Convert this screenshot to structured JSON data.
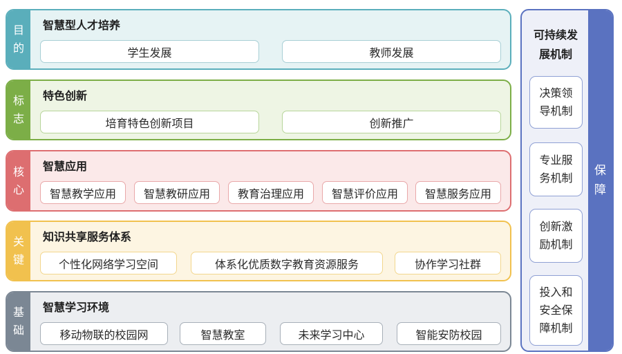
{
  "layers": [
    {
      "side": [
        "目",
        "的"
      ],
      "title": "智慧型人才培养",
      "items": [
        "学生发展",
        "教师发展"
      ],
      "colors": {
        "bg": "#e6f3f4",
        "side": "#5aaebb",
        "border": "#5aaebb",
        "box": "#a8cfd5"
      }
    },
    {
      "side": [
        "标",
        "志"
      ],
      "title": "特色创新",
      "items": [
        "培育特色创新项目",
        "创新推广"
      ],
      "colors": {
        "bg": "#eef5e4",
        "side": "#7cae47",
        "border": "#7cae47",
        "box": "#b7d59a"
      }
    },
    {
      "side": [
        "核",
        "心"
      ],
      "title": "智慧应用",
      "items": [
        "智慧教学应用",
        "智慧教研应用",
        "教育治理应用",
        "智慧评价应用",
        "智慧服务应用"
      ],
      "colors": {
        "bg": "#fbe9e9",
        "side": "#dd6e70",
        "border": "#dd6e70",
        "box": "#e9a8a9"
      }
    },
    {
      "side": [
        "关",
        "键"
      ],
      "title": "知识共享服务体系",
      "items": [
        "个性化网络学习空间",
        "体系化优质数字教育资源服务",
        "协作学习社群"
      ],
      "colors": {
        "bg": "#fdf5e2",
        "side": "#f1c14e",
        "border": "#f1c14e",
        "box": "#f2d68d"
      }
    },
    {
      "side": [
        "基",
        "础"
      ],
      "title": "智慧学习环境",
      "items": [
        "移动物联的校园网",
        "智慧教室",
        "未来学习中心",
        "智能安防校园"
      ],
      "colors": {
        "bg": "#eceef1",
        "side": "#7b8794",
        "border": "#7b8794",
        "box": "#a7afb8"
      }
    }
  ],
  "right": {
    "title": "可持续发展机制",
    "bar": [
      "保",
      "障"
    ],
    "mechanisms": [
      [
        "决策领",
        "导机制"
      ],
      [
        "专业服",
        "务机制"
      ],
      [
        "创新激",
        "励机制"
      ],
      [
        "投入和",
        "安全保",
        "障机制"
      ]
    ],
    "colors": {
      "bg": "#eef0f8",
      "accent": "#5a72c0",
      "box": "#8fa0d4"
    }
  }
}
